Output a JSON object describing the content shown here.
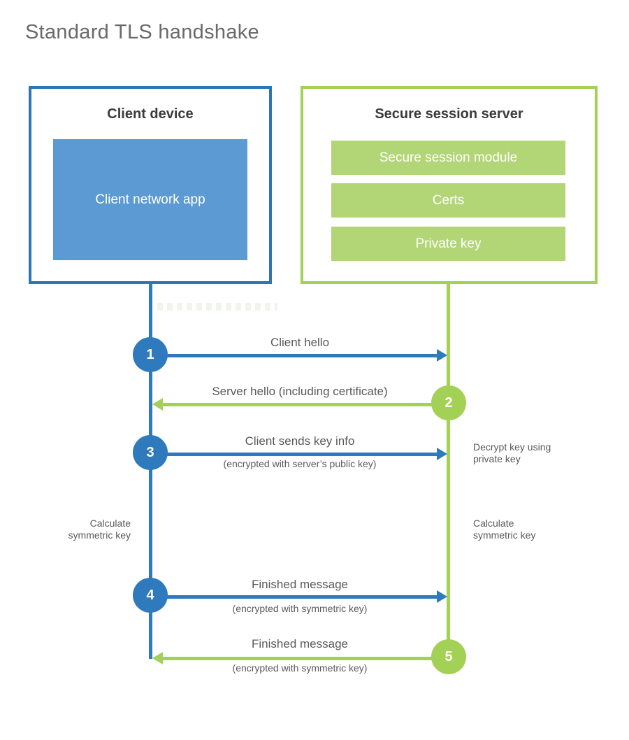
{
  "title": "Standard TLS handshake",
  "colors": {
    "blue_border": "#2e75b6",
    "blue_line": "#2e7abc",
    "blue_fill": "#5b9ad2",
    "green_line": "#a3d155",
    "green_fill": "#b2d676",
    "heading_text": "#3b3b3b",
    "label_text": "#595959",
    "title_text": "#6a6a6a"
  },
  "client_box": {
    "title": "Client device",
    "app_label": "Client network app"
  },
  "server_box": {
    "title": "Secure session server",
    "modules": [
      "Secure session module",
      "Certs",
      "Private key"
    ]
  },
  "steps": [
    {
      "num": "1",
      "label": "Client hello",
      "sub": "",
      "direction": "right",
      "color": "blue"
    },
    {
      "num": "2",
      "label": "Server hello (including certificate)",
      "sub": "",
      "direction": "left",
      "color": "green"
    },
    {
      "num": "3",
      "label": "Client sends key info",
      "sub": "(encrypted with server’s public key)",
      "direction": "right",
      "color": "blue"
    },
    {
      "num": "4",
      "label": "Finished message",
      "sub": "(encrypted with symmetric key)",
      "direction": "right",
      "color": "blue"
    },
    {
      "num": "5",
      "label": "Finished message",
      "sub": "(encrypted with symmetric key)",
      "direction": "left",
      "color": "green"
    }
  ],
  "notes": {
    "decrypt_line1": "Decrypt key using",
    "decrypt_line2": "private key",
    "calc_line1": "Calculate",
    "calc_line2": "symmetric key"
  }
}
